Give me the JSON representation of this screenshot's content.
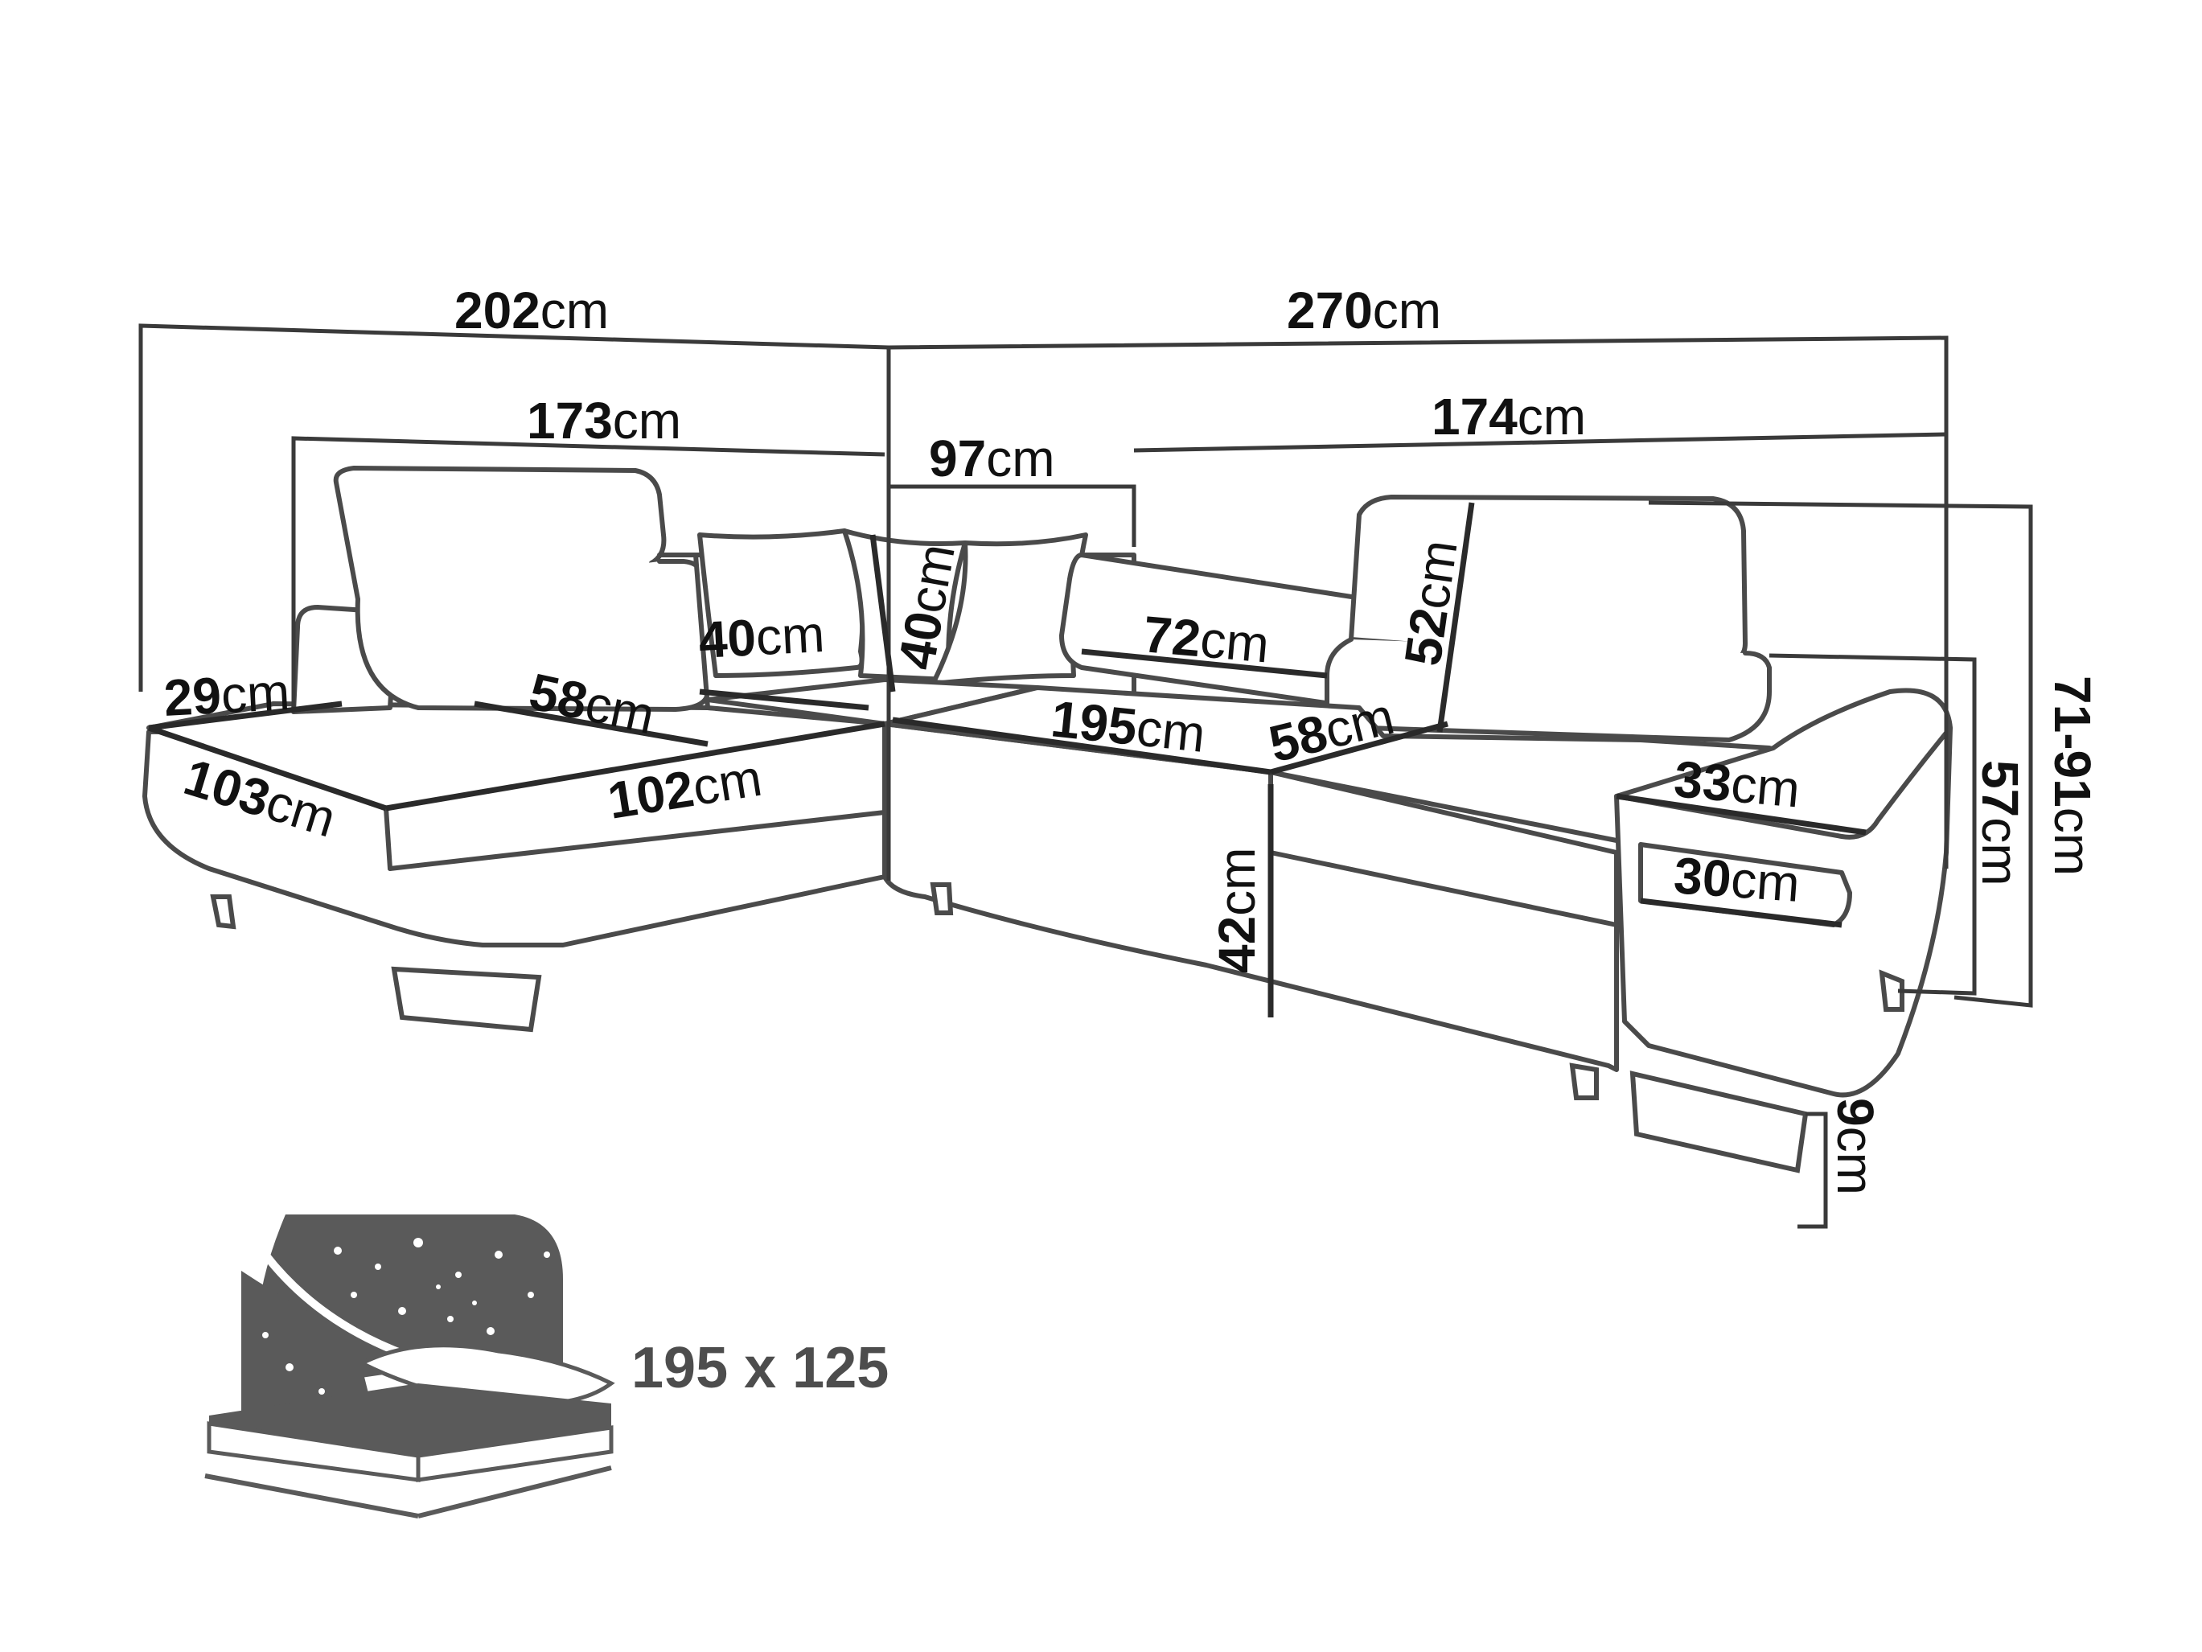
{
  "dimensions": {
    "overall_left_width": {
      "value": "202",
      "unit": "cm"
    },
    "overall_right_width": {
      "value": "270",
      "unit": "cm"
    },
    "left_back_width": {
      "value": "173",
      "unit": "cm"
    },
    "corner_width": {
      "value": "97",
      "unit": "cm"
    },
    "right_back_width": {
      "value": "174",
      "unit": "cm"
    },
    "pillow_width": {
      "value": "40",
      "unit": "cm"
    },
    "pillow_height": {
      "value": "40",
      "unit": "cm"
    },
    "backrest_cushion_width": {
      "value": "72",
      "unit": "cm"
    },
    "headrest_height": {
      "value": "52",
      "unit": "cm"
    },
    "left_armrest_depth": {
      "value": "29",
      "unit": "cm"
    },
    "left_seat_depth": {
      "value": "58",
      "unit": "cm"
    },
    "left_side_length": {
      "value": "103",
      "unit": "cm"
    },
    "left_seat_length": {
      "value": "102",
      "unit": "cm"
    },
    "right_seat_length": {
      "value": "195",
      "unit": "cm"
    },
    "right_seat_depth": {
      "value": "58",
      "unit": "cm"
    },
    "right_armrest_width": {
      "value": "33",
      "unit": "cm"
    },
    "armrest_front_width": {
      "value": "30",
      "unit": "cm"
    },
    "seat_height": {
      "value": "42",
      "unit": "cm"
    },
    "armrest_height": {
      "value": "57",
      "unit": "cm"
    },
    "total_height": {
      "value": "71-91",
      "unit": "cm"
    },
    "leg_height": {
      "value": "9",
      "unit": "cm"
    }
  },
  "sleeping_area": {
    "label": "195 x 125",
    "icon": "bed-with-starry-night-icon"
  },
  "colors": {
    "line": "#4a4a4a",
    "text": "#111111",
    "icon_fill": "#5a5a5a"
  }
}
